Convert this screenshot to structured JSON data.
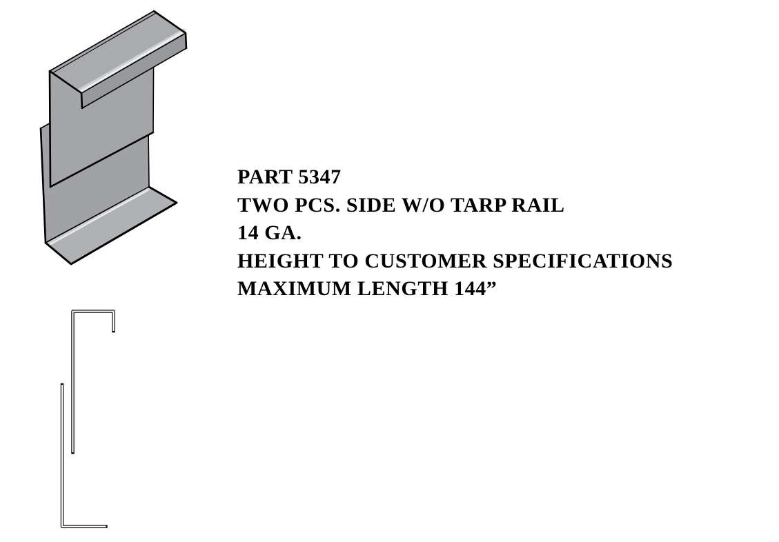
{
  "page": {
    "background": "#ffffff"
  },
  "spec": {
    "text_color": "#000000",
    "lines": [
      "PART 5347",
      "TWO PCS. SIDE W/O TARP RAIL",
      "14 GA.",
      "HEIGHT TO CUSTOMER SPECIFICATIONS",
      "MAXIMUM LENGTH 144”"
    ]
  },
  "part": {
    "part_number": "5347",
    "description": "TWO PCS. SIDE W/O TARP RAIL",
    "gauge": "14 GA.",
    "height": "TO CUSTOMER SPECIFICATIONS",
    "max_length": "144”"
  },
  "colors": {
    "outline": "#000000",
    "web_face": "#a3a5a8",
    "rear_web_face": "#a0a2a5",
    "flange_top_face": "#a9abae",
    "bottom_flange_face": "#afb1b4",
    "lip_face": "#97999c",
    "highlight": "#edeeee",
    "highlight_soft": "#cdcfd2"
  }
}
